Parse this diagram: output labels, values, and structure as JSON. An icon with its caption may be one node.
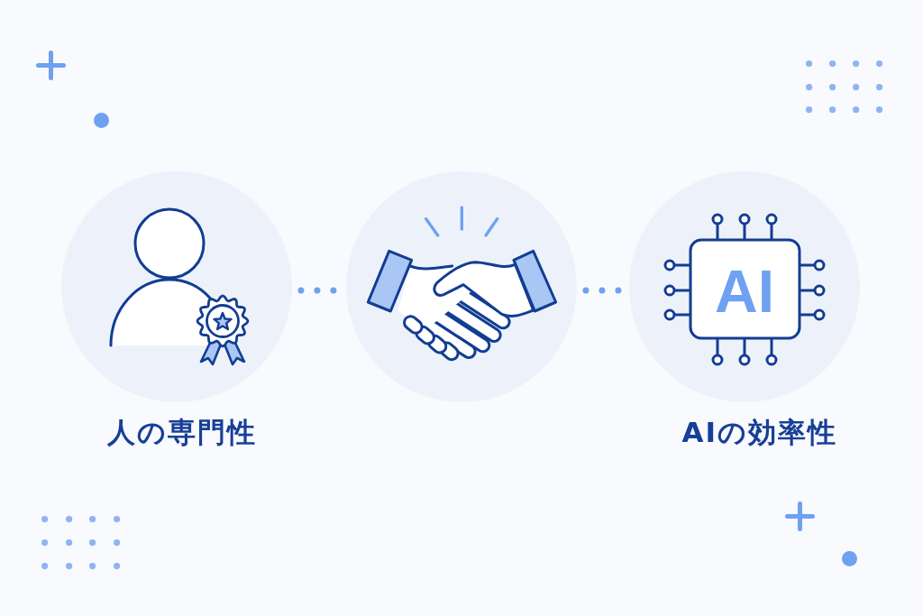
{
  "diagram": {
    "nodes": [
      {
        "text": [
          "人の専門性"
        ]
      },
      {
        "text": [],
        "shape": "circle"
      },
      {
        "text": [
          "AI",
          "AIの効率性"
        ]
      }
    ],
    "edges": [
      {
        "from": 0,
        "to": 1,
        "arrow": "none",
        "style": "dashed"
      },
      {
        "from": 1,
        "to": 2,
        "arrow": "none",
        "style": "dashed"
      }
    ]
  }
}
